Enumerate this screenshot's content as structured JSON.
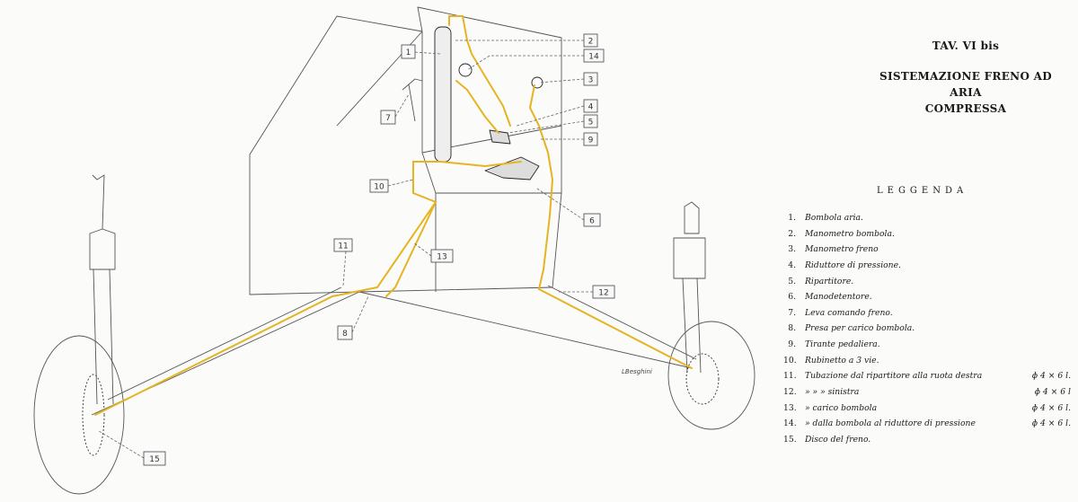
{
  "plate_title": "TAV. VI bis",
  "main_title": [
    "SISTEMAZIONE FRENO AD ARIA",
    "COMPRESSA"
  ],
  "legend_heading": "LEGGENDA",
  "legend": [
    {
      "num": "1.",
      "text": "Bombola aria.",
      "dim": ""
    },
    {
      "num": "2.",
      "text": "Manometro bombola.",
      "dim": ""
    },
    {
      "num": "3.",
      "text": "Manometro freno",
      "dim": ""
    },
    {
      "num": "4.",
      "text": "Riduttore di pressione.",
      "dim": ""
    },
    {
      "num": "5.",
      "text": "Ripartitore.",
      "dim": ""
    },
    {
      "num": "6.",
      "text": "Manodetentore.",
      "dim": ""
    },
    {
      "num": "7.",
      "text": "Leva comando freno.",
      "dim": ""
    },
    {
      "num": "8.",
      "text": "Presa per carico bombola.",
      "dim": ""
    },
    {
      "num": "9.",
      "text": "Tirante pedaliera.",
      "dim": ""
    },
    {
      "num": "10.",
      "text": "Rubinetto a 3 vie.",
      "dim": ""
    },
    {
      "num": "11.",
      "text": "Tubazione dal ripartitore alla ruota destra",
      "dim": "ɸ 4 × 6 l."
    },
    {
      "num": "12.",
      "text": "»                    »                 »  sinistra",
      "dim": "ɸ 4 × 6 l"
    },
    {
      "num": "13.",
      "text": "»            carico  bombola",
      "dim": "ɸ 4 × 6 l."
    },
    {
      "num": "14.",
      "text": "»            dalla bombola al riduttore di pressione",
      "dim": "ɸ 4 × 6 l."
    },
    {
      "num": "15.",
      "text": "Disco del freno.",
      "dim": ""
    }
  ],
  "callouts": [
    "1",
    "2",
    "14",
    "3",
    "7",
    "4",
    "5",
    "9",
    "10",
    "6",
    "11",
    "13",
    "12",
    "8",
    "15"
  ],
  "signature": "LBesghini",
  "colors": {
    "pipe": "#e6b422",
    "line": "#3a3a3a",
    "paper": "#fbfbf9"
  }
}
